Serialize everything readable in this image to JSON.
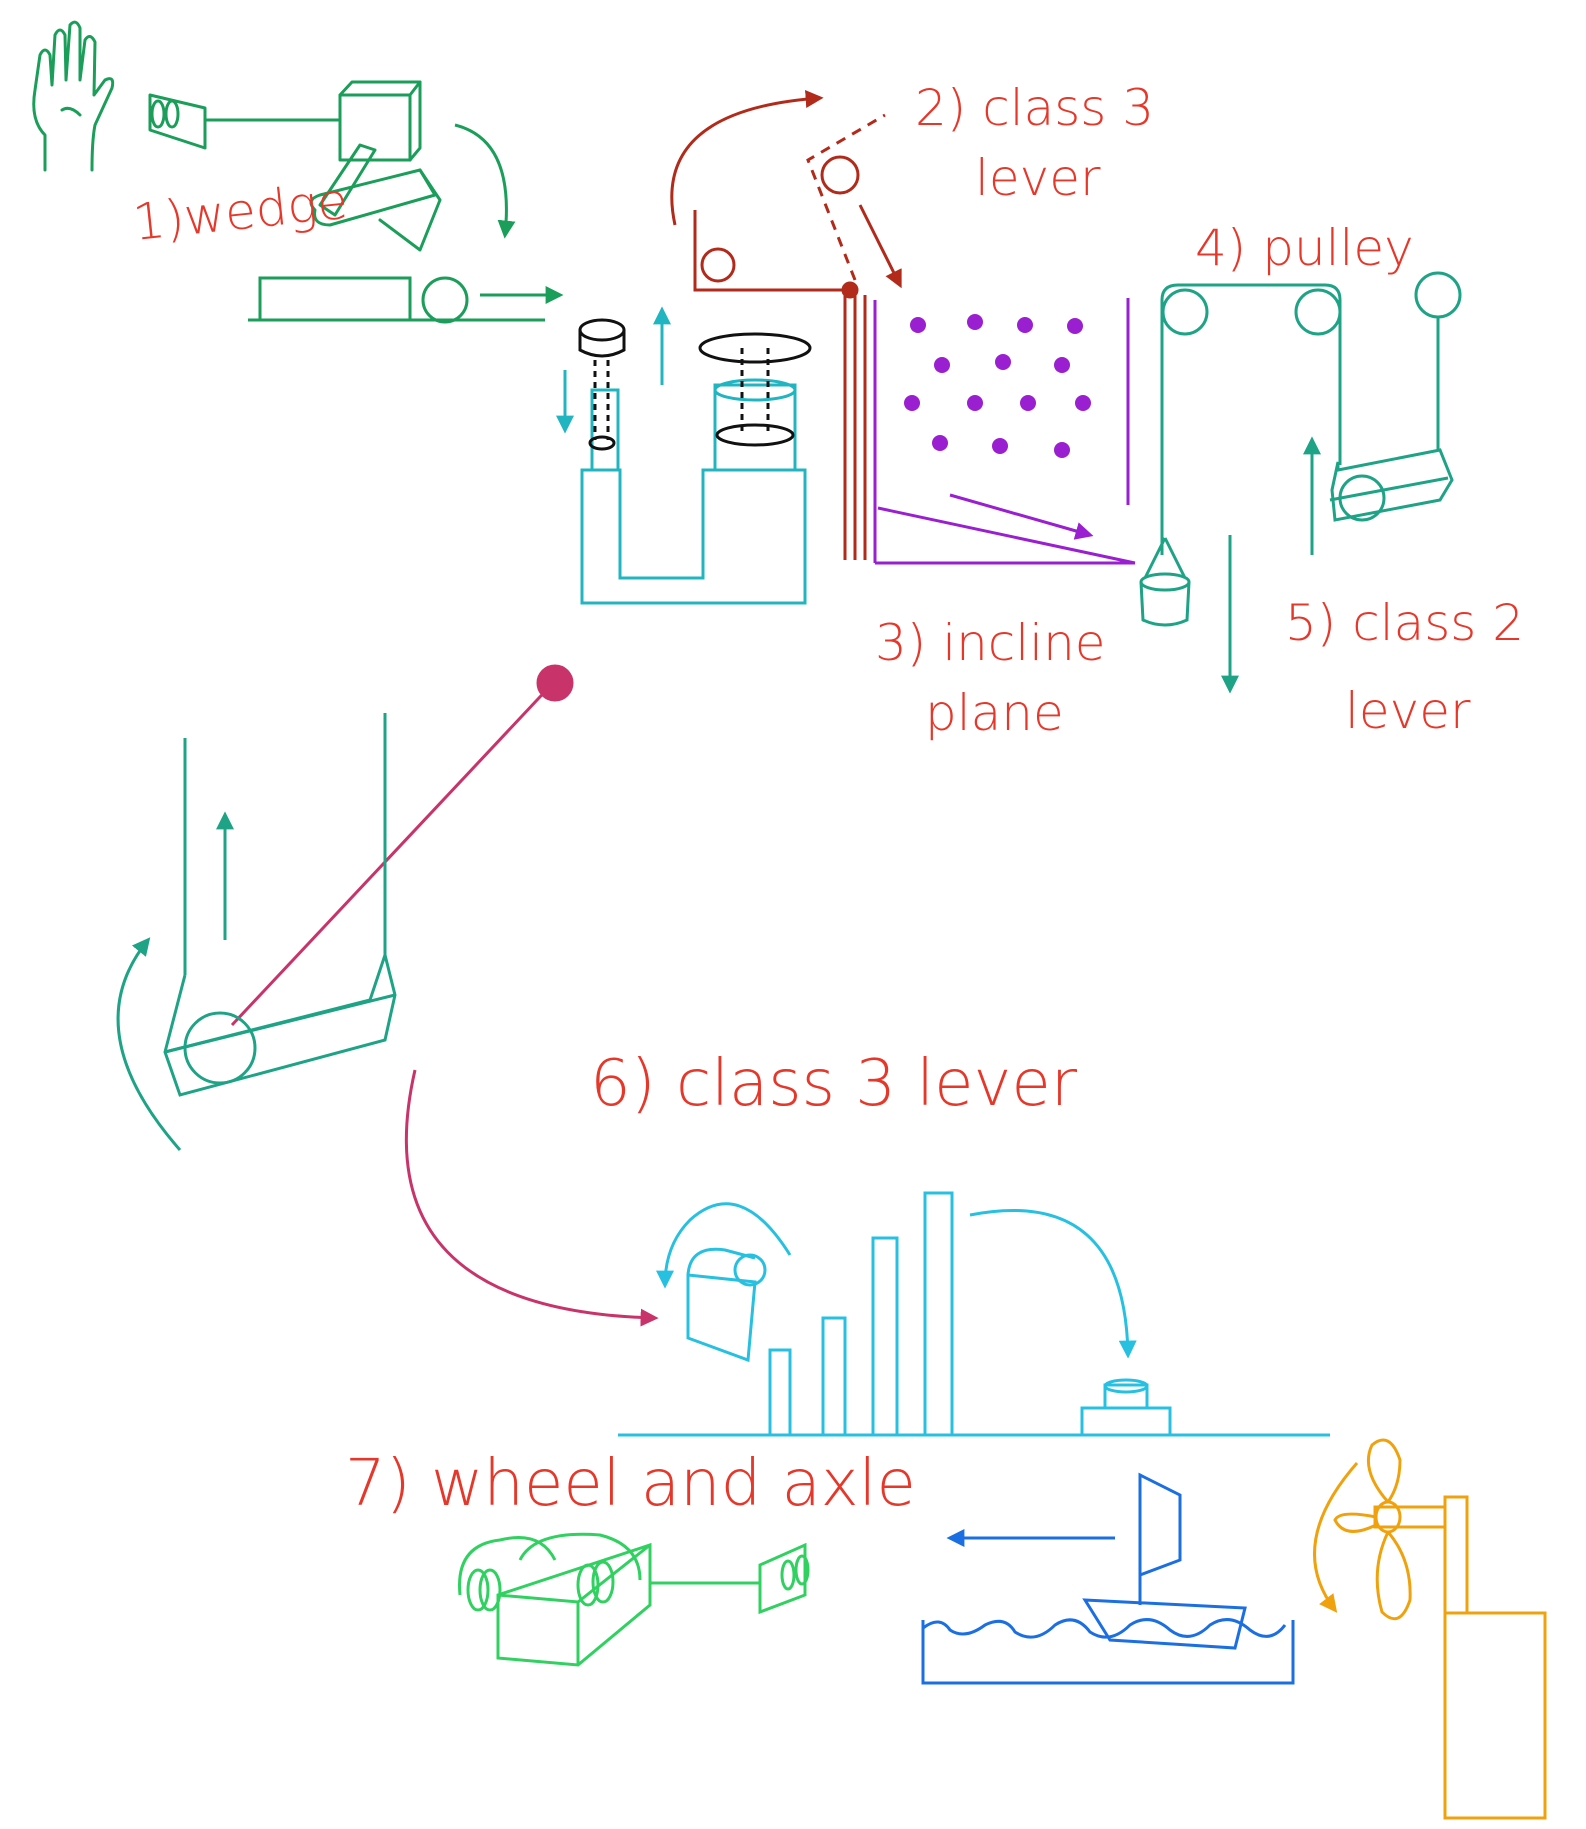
{
  "labels": {
    "step1": "1)wedge",
    "step2_line1": "2) class 3",
    "step2_line2": "lever",
    "step3_line1": "3) incline",
    "step3_line2": "plane",
    "step4": "4) pulley",
    "step5_line1": "5) class 2",
    "step5_line2": "lever",
    "step6": "6) class 3 lever",
    "step7": "7) wheel and axle"
  },
  "colors": {
    "label": "#e5382b",
    "wedge_green": "#1a9e5a",
    "lever_darkred": "#b22a1a",
    "incline_purple": "#9a1fd0",
    "hydraulic_teal": "#21b5c2",
    "pulley_teal": "#1ea386",
    "pendulum_magenta": "#c8336a",
    "dominoes_cyan": "#27c0e0",
    "axle_lightgreen": "#30d160",
    "boat_blue": "#1b6fe3",
    "fan_orange": "#f0a20e",
    "hydraulic_black": "#111111"
  },
  "icons": {
    "hand": "hand-icon",
    "wedge": "wedge-icon",
    "ball": "ball-icon",
    "hydraulic_press": "hydraulic-press-icon",
    "lever_arm": "lever-arm-icon",
    "marbles": "marbles-icon",
    "pulley": "pulley-icon",
    "bucket": "bucket-icon",
    "seesaw": "seesaw-icon",
    "pendulum": "pendulum-icon",
    "dominoes": "dominoes-icon",
    "button": "push-button-icon",
    "wheel_axle": "wheel-axle-icon",
    "boat": "sailboat-icon",
    "fan": "fan-icon"
  }
}
